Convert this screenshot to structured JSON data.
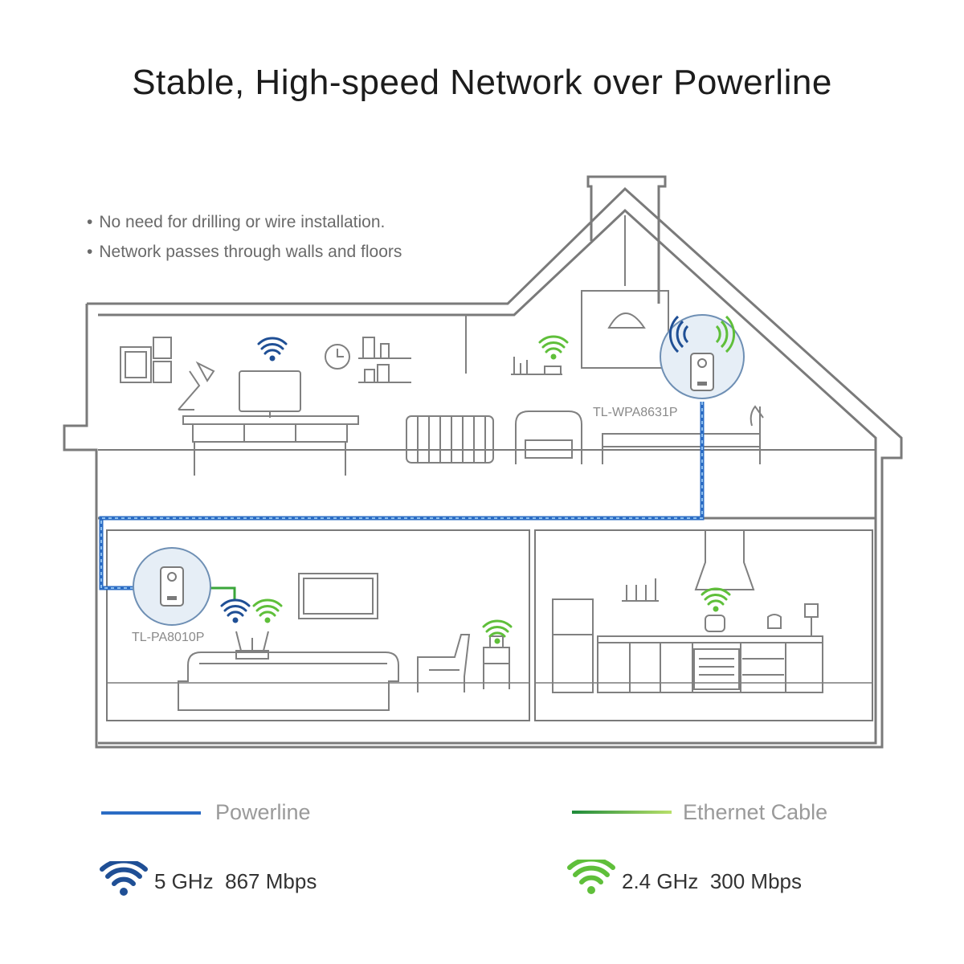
{
  "title": "Stable, High-speed Network over Powerline",
  "bullets": [
    "No need for drilling or wire installation.",
    "Network passes through walls and floors"
  ],
  "devices": {
    "upper": "TL-WPA8631P",
    "lower": "TL-PA8010P"
  },
  "legend": {
    "powerline": "Powerline",
    "ethernet": "Ethernet Cable"
  },
  "wifi": {
    "band5": "5 GHz  867 Mbps",
    "band24": "2.4 GHz  300 Mbps"
  },
  "colors": {
    "powerline": "#2b6cc4",
    "ethernet": "#3aa63a",
    "wifi5": "#1f4f95",
    "wifi24": "#5fbf3a",
    "outline": "#707070"
  },
  "icons": [
    "wifi-5ghz-icon",
    "wifi-24ghz-icon",
    "powerline-adapter-icon",
    "wifi-extender-icon"
  ]
}
